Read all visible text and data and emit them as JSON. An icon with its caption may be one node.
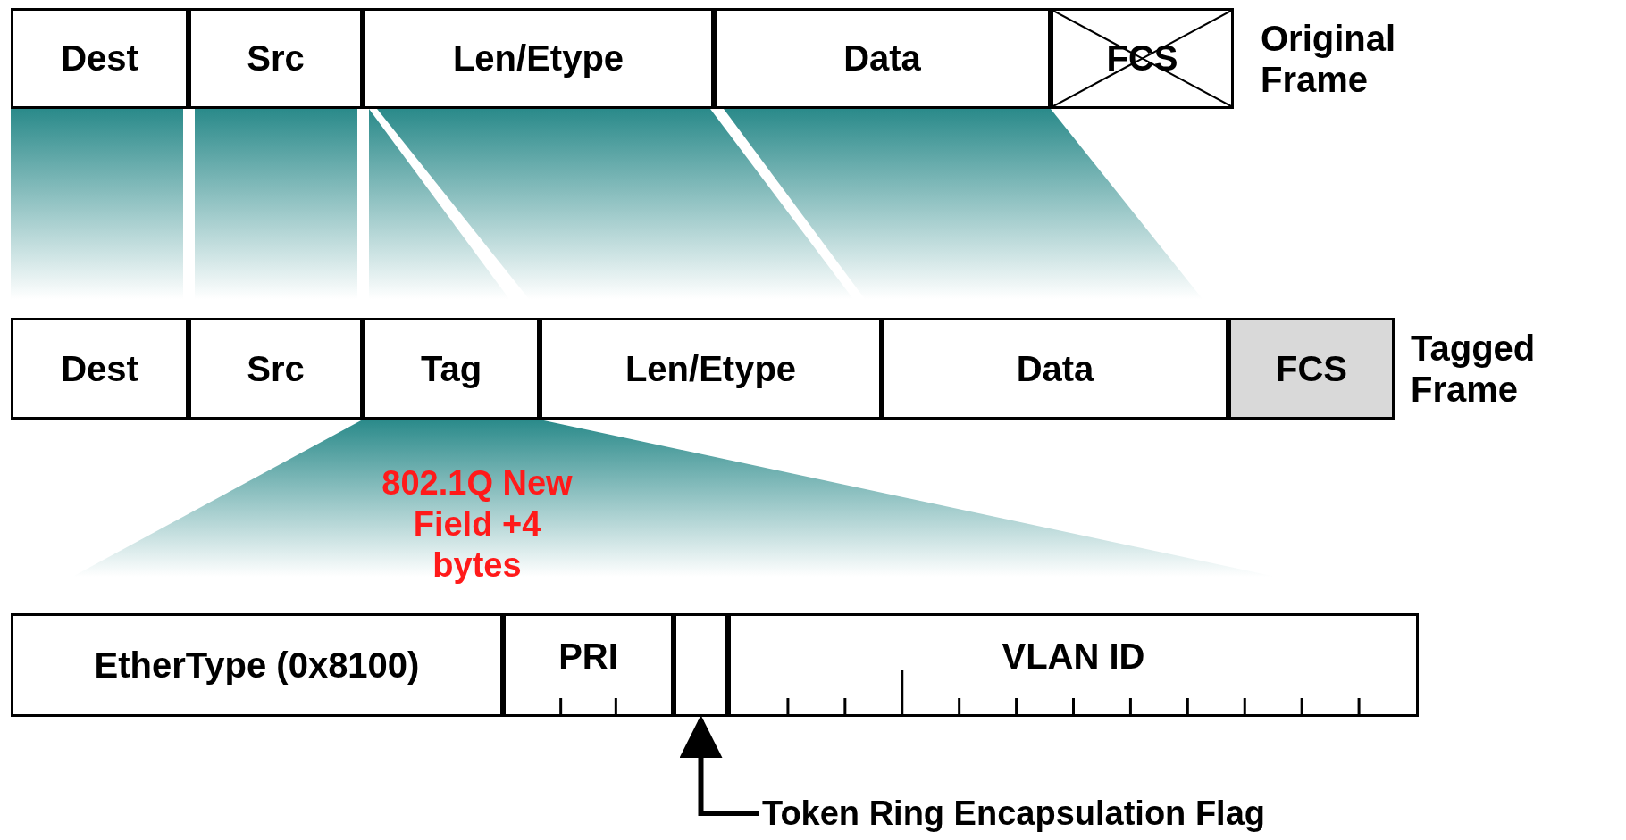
{
  "diagram": {
    "nodes": [
      {
        "text": [
          "Original Frame"
        ]
      },
      {
        "text": [
          "Dest"
        ],
        "in": 0
      },
      {
        "text": [
          "Src"
        ],
        "in": 0
      },
      {
        "text": [
          "Len/Etype"
        ],
        "in": 0
      },
      {
        "text": [
          "Data"
        ],
        "in": 0
      },
      {
        "text": [
          "FCS"
        ],
        "in": 0
      },
      {
        "text": [
          "Tagged Frame"
        ]
      },
      {
        "text": [
          "Dest"
        ],
        "in": 6
      },
      {
        "text": [
          "Src"
        ],
        "in": 6
      },
      {
        "text": [
          "Tag"
        ],
        "in": 6
      },
      {
        "text": [
          "Len/Etype"
        ],
        "in": 6
      },
      {
        "text": [
          "Data"
        ],
        "in": 6
      },
      {
        "text": [
          "FCS"
        ],
        "in": 6
      },
      {
        "text": [
          "EtherType (0x8100)"
        ]
      },
      {
        "text": [
          "PRI"
        ]
      },
      {
        "text": [],
        "shape": "box"
      },
      {
        "text": [
          "VLAN ID"
        ]
      },
      {
        "text": [
          "Token Ring Encapsulation Flag"
        ]
      }
    ],
    "edges": [
      {
        "from": 17,
        "to": 15,
        "arrow": "to"
      }
    ],
    "labels": [
      "802.1Q New Field +4 bytes"
    ]
  }
}
